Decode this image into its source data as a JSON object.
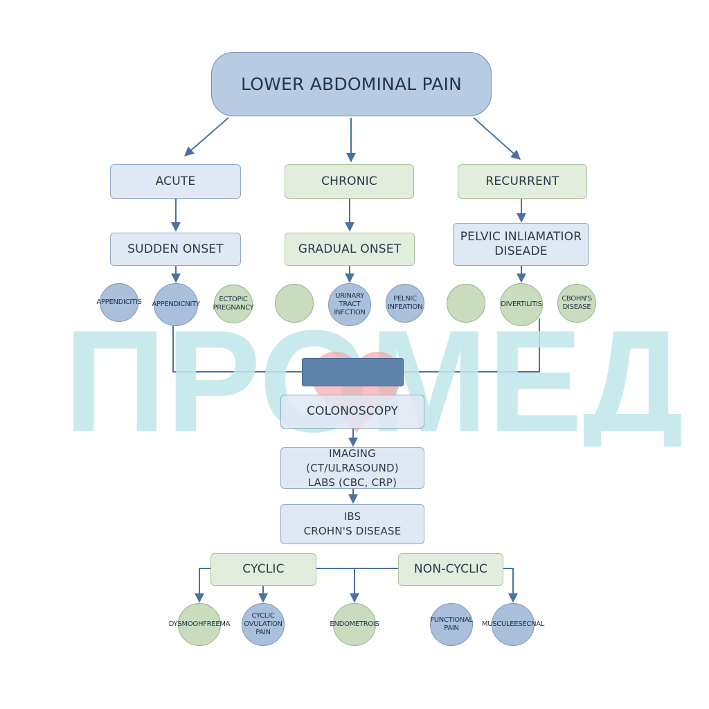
{
  "root": "LOWER ABDOMINAL PAIN",
  "level1": {
    "acute": "ACUTE",
    "chronic": "CHRONIC",
    "recurrent": "RECURRENT"
  },
  "level2": {
    "sudden": "SUDDEN ONSET",
    "gradual": "GRADUAL ONSET",
    "pid": "PELVIC INLIAMATIOR\nDISEADE"
  },
  "circles_row1": [
    "APPENDICITIS",
    "APPENDICNITY",
    "ECTOPIC\nPREGNANCY",
    "",
    "URINARY\nTRACT INFCTION",
    "PELNIC\nINFEATION",
    "",
    "DIVERTILITIS",
    "CBOHN'S\nDISEASE"
  ],
  "workup": {
    "colonoscopy": "COLONOSCOPY",
    "imaging": "IMAGING (CT/ULRASOUND)\nLABS (CBC, CRP)",
    "ibs": "IBS\nCROHN'S DISEASE"
  },
  "level3": {
    "cyclic": "CYCLIC",
    "noncyclic": "NON-CYCLIC"
  },
  "circles_row2": [
    "DYSMOOHFREEMA",
    "CYCLIC\nOVULATION PAIN",
    "ENDOMETROIS",
    "FUNCTIONAL PAIN",
    "MUSCULEESECNAL"
  ],
  "watermark": "ПРОМЕД",
  "colors": {
    "blue_box": "#dfe8f3",
    "green_box": "#e2eddd",
    "root": "#b7cce2",
    "arrow": "#4a72a0",
    "watermark": "#bfe6ea",
    "heart": "#f4a7a9"
  }
}
